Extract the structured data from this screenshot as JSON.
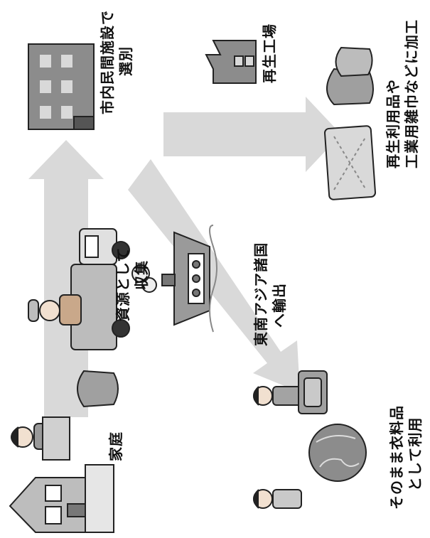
{
  "nodes": {
    "home": {
      "label": "家庭"
    },
    "collect": {
      "line1": "資源として",
      "line2": "収集"
    },
    "facility": {
      "line1": "市内民間施設で",
      "line2": "選別"
    },
    "factory": {
      "label": "再生工場"
    },
    "recycle": {
      "line1": "再生利用品や",
      "line2": "工業用雑巾などに加工"
    },
    "export": {
      "line1": "東南アジア諸国",
      "line2": "へ輸出"
    },
    "reuse": {
      "line1": "そのまま衣料品",
      "line2": "として利用"
    }
  },
  "colors": {
    "arrow": "#d9d9d9",
    "ink": "#222222",
    "building": "#8c8c8c"
  }
}
